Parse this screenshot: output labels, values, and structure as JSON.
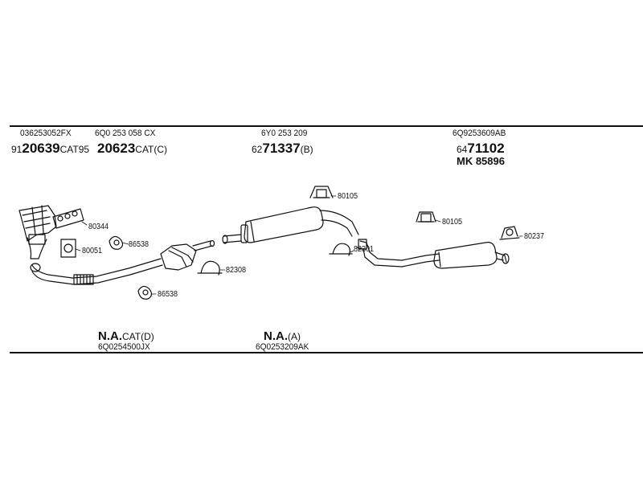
{
  "header": {
    "p1": {
      "code": "036253052FX",
      "num_pre": "91",
      "num_bold": "20639",
      "num_suf": "CAT95"
    },
    "p2": {
      "code": "6Q0 253 058 CX",
      "num_bold": "20623",
      "num_suf": "CAT(C)"
    },
    "p3": {
      "code": "6Y0 253 209",
      "num_pre": "62",
      "num_bold": "71337",
      "num_suf": "(B)"
    },
    "p4": {
      "code": "6Q9253609AB",
      "num_pre": "64",
      "num_bold": "71102",
      "mk": "MK  85896"
    }
  },
  "parts": {
    "t80344": "80344",
    "t80051": "80051",
    "t86538a": "86538",
    "t82308": "82308",
    "t86538b": "86538",
    "t80105a": "80105",
    "t82301": "82301",
    "t80105b": "80105",
    "t80237": "80237"
  },
  "footer": {
    "f1": {
      "na": "N.A.",
      "suffix": "CAT(D)",
      "code": "6Q0254500JX"
    },
    "f2": {
      "na": "N.A.",
      "suffix": "(A)",
      "code": "6Q0253209AK"
    }
  }
}
